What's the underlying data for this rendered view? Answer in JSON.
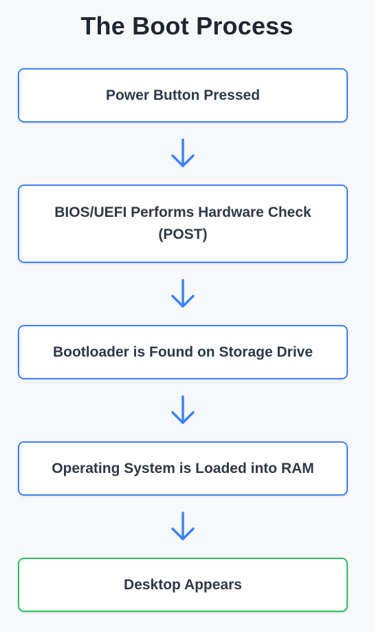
{
  "title": "The Boot Process",
  "steps": [
    {
      "label": "Power Button Pressed",
      "status": "normal"
    },
    {
      "label": "BIOS/UEFI Performs Hardware Check (POST)",
      "status": "normal"
    },
    {
      "label": "Bootloader is Found on Storage Drive",
      "status": "normal"
    },
    {
      "label": "Operating System is Loaded into RAM",
      "status": "normal"
    },
    {
      "label": "Desktop Appears",
      "status": "final"
    }
  ],
  "colors": {
    "step_border": "#3b82f6",
    "final_border": "#22c55e",
    "arrow": "#3b82f6",
    "background": "#f7f8fa"
  },
  "arrow_icon": "arrow-down-icon"
}
